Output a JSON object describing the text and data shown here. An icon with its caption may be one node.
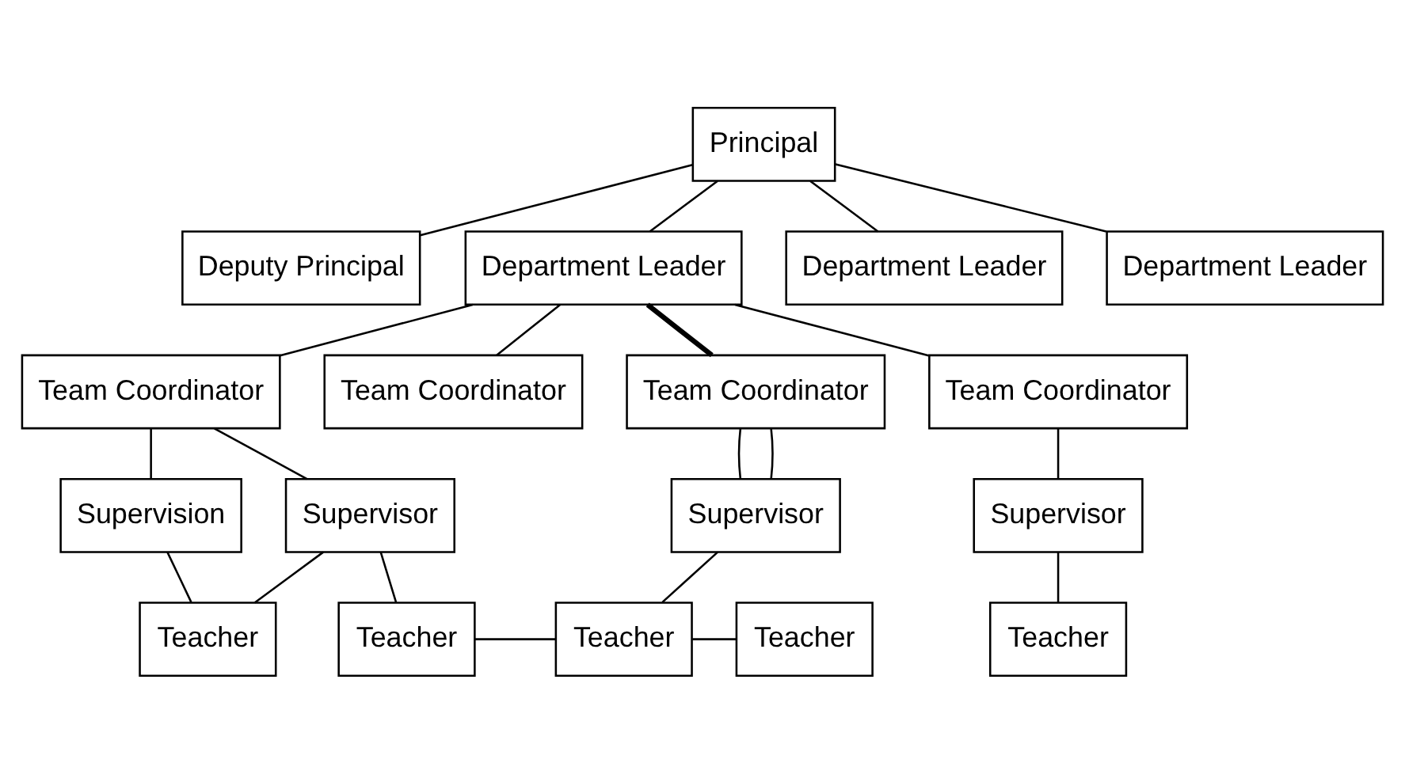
{
  "diagram": {
    "nodes": [
      {
        "text": [
          "Principal"
        ]
      },
      {
        "text": [
          "Deputy Principal"
        ]
      },
      {
        "text": [
          "Department Leader"
        ]
      },
      {
        "text": [
          "Department Leader"
        ]
      },
      {
        "text": [
          "Department Leader"
        ]
      },
      {
        "text": [
          "Team Coordinator"
        ]
      },
      {
        "text": [
          "Team Coordinator"
        ]
      },
      {
        "text": [
          "Team Coordinator"
        ]
      },
      {
        "text": [
          "Team Coordinator"
        ]
      },
      {
        "text": [
          "Supervision"
        ]
      },
      {
        "text": [
          "Supervisor"
        ]
      },
      {
        "text": [
          "Supervisor"
        ]
      },
      {
        "text": [
          "Supervisor"
        ]
      },
      {
        "text": [
          "Teacher"
        ]
      },
      {
        "text": [
          "Teacher"
        ]
      },
      {
        "text": [
          "Teacher"
        ]
      },
      {
        "text": [
          "Teacher"
        ]
      },
      {
        "text": [
          "Teacher"
        ]
      }
    ],
    "edges": [
      {
        "from": 0,
        "to": 1,
        "arrow": "none"
      },
      {
        "from": 0,
        "to": 2,
        "arrow": "none"
      },
      {
        "from": 0,
        "to": 3,
        "arrow": "none"
      },
      {
        "from": 0,
        "to": 4,
        "arrow": "none"
      },
      {
        "from": 2,
        "to": 5,
        "arrow": "none"
      },
      {
        "from": 2,
        "to": 6,
        "arrow": "none"
      },
      {
        "from": 2,
        "to": 7,
        "arrow": "none",
        "style": "thick"
      },
      {
        "from": 2,
        "to": 8,
        "arrow": "none"
      },
      {
        "from": 5,
        "to": 9,
        "arrow": "none"
      },
      {
        "from": 5,
        "to": 10,
        "arrow": "none"
      },
      {
        "from": 7,
        "to": 11,
        "arrow": "none"
      },
      {
        "from": 7,
        "to": 11,
        "arrow": "none"
      },
      {
        "from": 8,
        "to": 12,
        "arrow": "none"
      },
      {
        "from": 9,
        "to": 13,
        "arrow": "none"
      },
      {
        "from": 10,
        "to": 13,
        "arrow": "none"
      },
      {
        "from": 10,
        "to": 14,
        "arrow": "none"
      },
      {
        "from": 14,
        "to": 15,
        "arrow": "none"
      },
      {
        "from": 11,
        "to": 15,
        "arrow": "none"
      },
      {
        "from": 15,
        "to": 16,
        "arrow": "none"
      },
      {
        "from": 12,
        "to": 17,
        "arrow": "none"
      }
    ]
  }
}
